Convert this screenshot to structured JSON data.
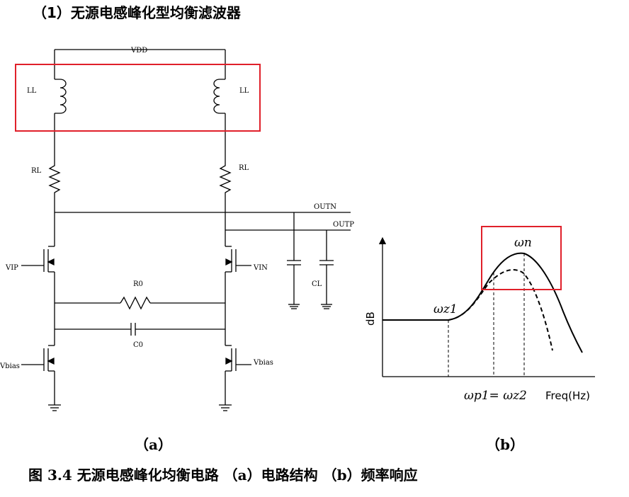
{
  "heading": "（1）无源电感峰化型均衡滤波器",
  "circuit": {
    "vdd": "VDD",
    "ll_left": "LL",
    "ll_right": "LL",
    "rl_left": "RL",
    "rl_right": "RL",
    "outn": "OUTN",
    "outp": "OUTP",
    "vip": "VIP",
    "vin": "VIN",
    "r0": "R0",
    "c0": "C0",
    "cl": "CL",
    "vbias_left": "Vbias",
    "vbias_right": "Vbias",
    "highlight_color": "#e0202a"
  },
  "response": {
    "ylabel": "dB",
    "xlabel": "Freq(Hz)",
    "omega_n": "ωn",
    "omega_z1": "ωz1",
    "omega_p1_z2": "ωp1= ωz2",
    "highlight_color": "#e0202a"
  },
  "sub_a": "（a）",
  "sub_b": "（b）",
  "caption": "图 3.4  无源电感峰化均衡电路  （a）电路结构  （b）频率响应"
}
